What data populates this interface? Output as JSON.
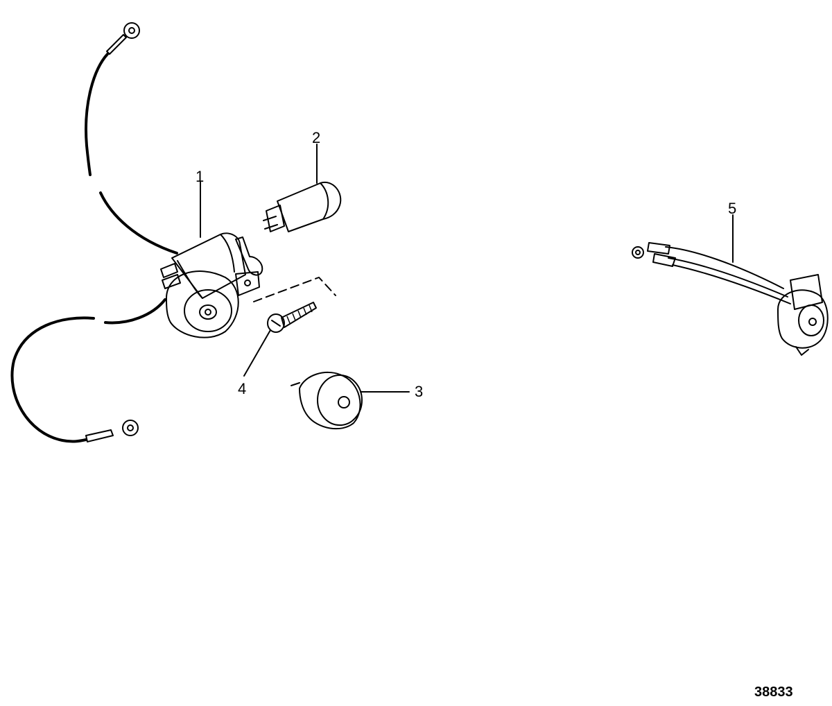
{
  "callouts": {
    "c1": "1",
    "c2": "2",
    "c3": "3",
    "c4": "4",
    "c5": "5"
  },
  "figure_id": "38833",
  "colors": {
    "ink": "#000000",
    "paper": "#ffffff"
  }
}
